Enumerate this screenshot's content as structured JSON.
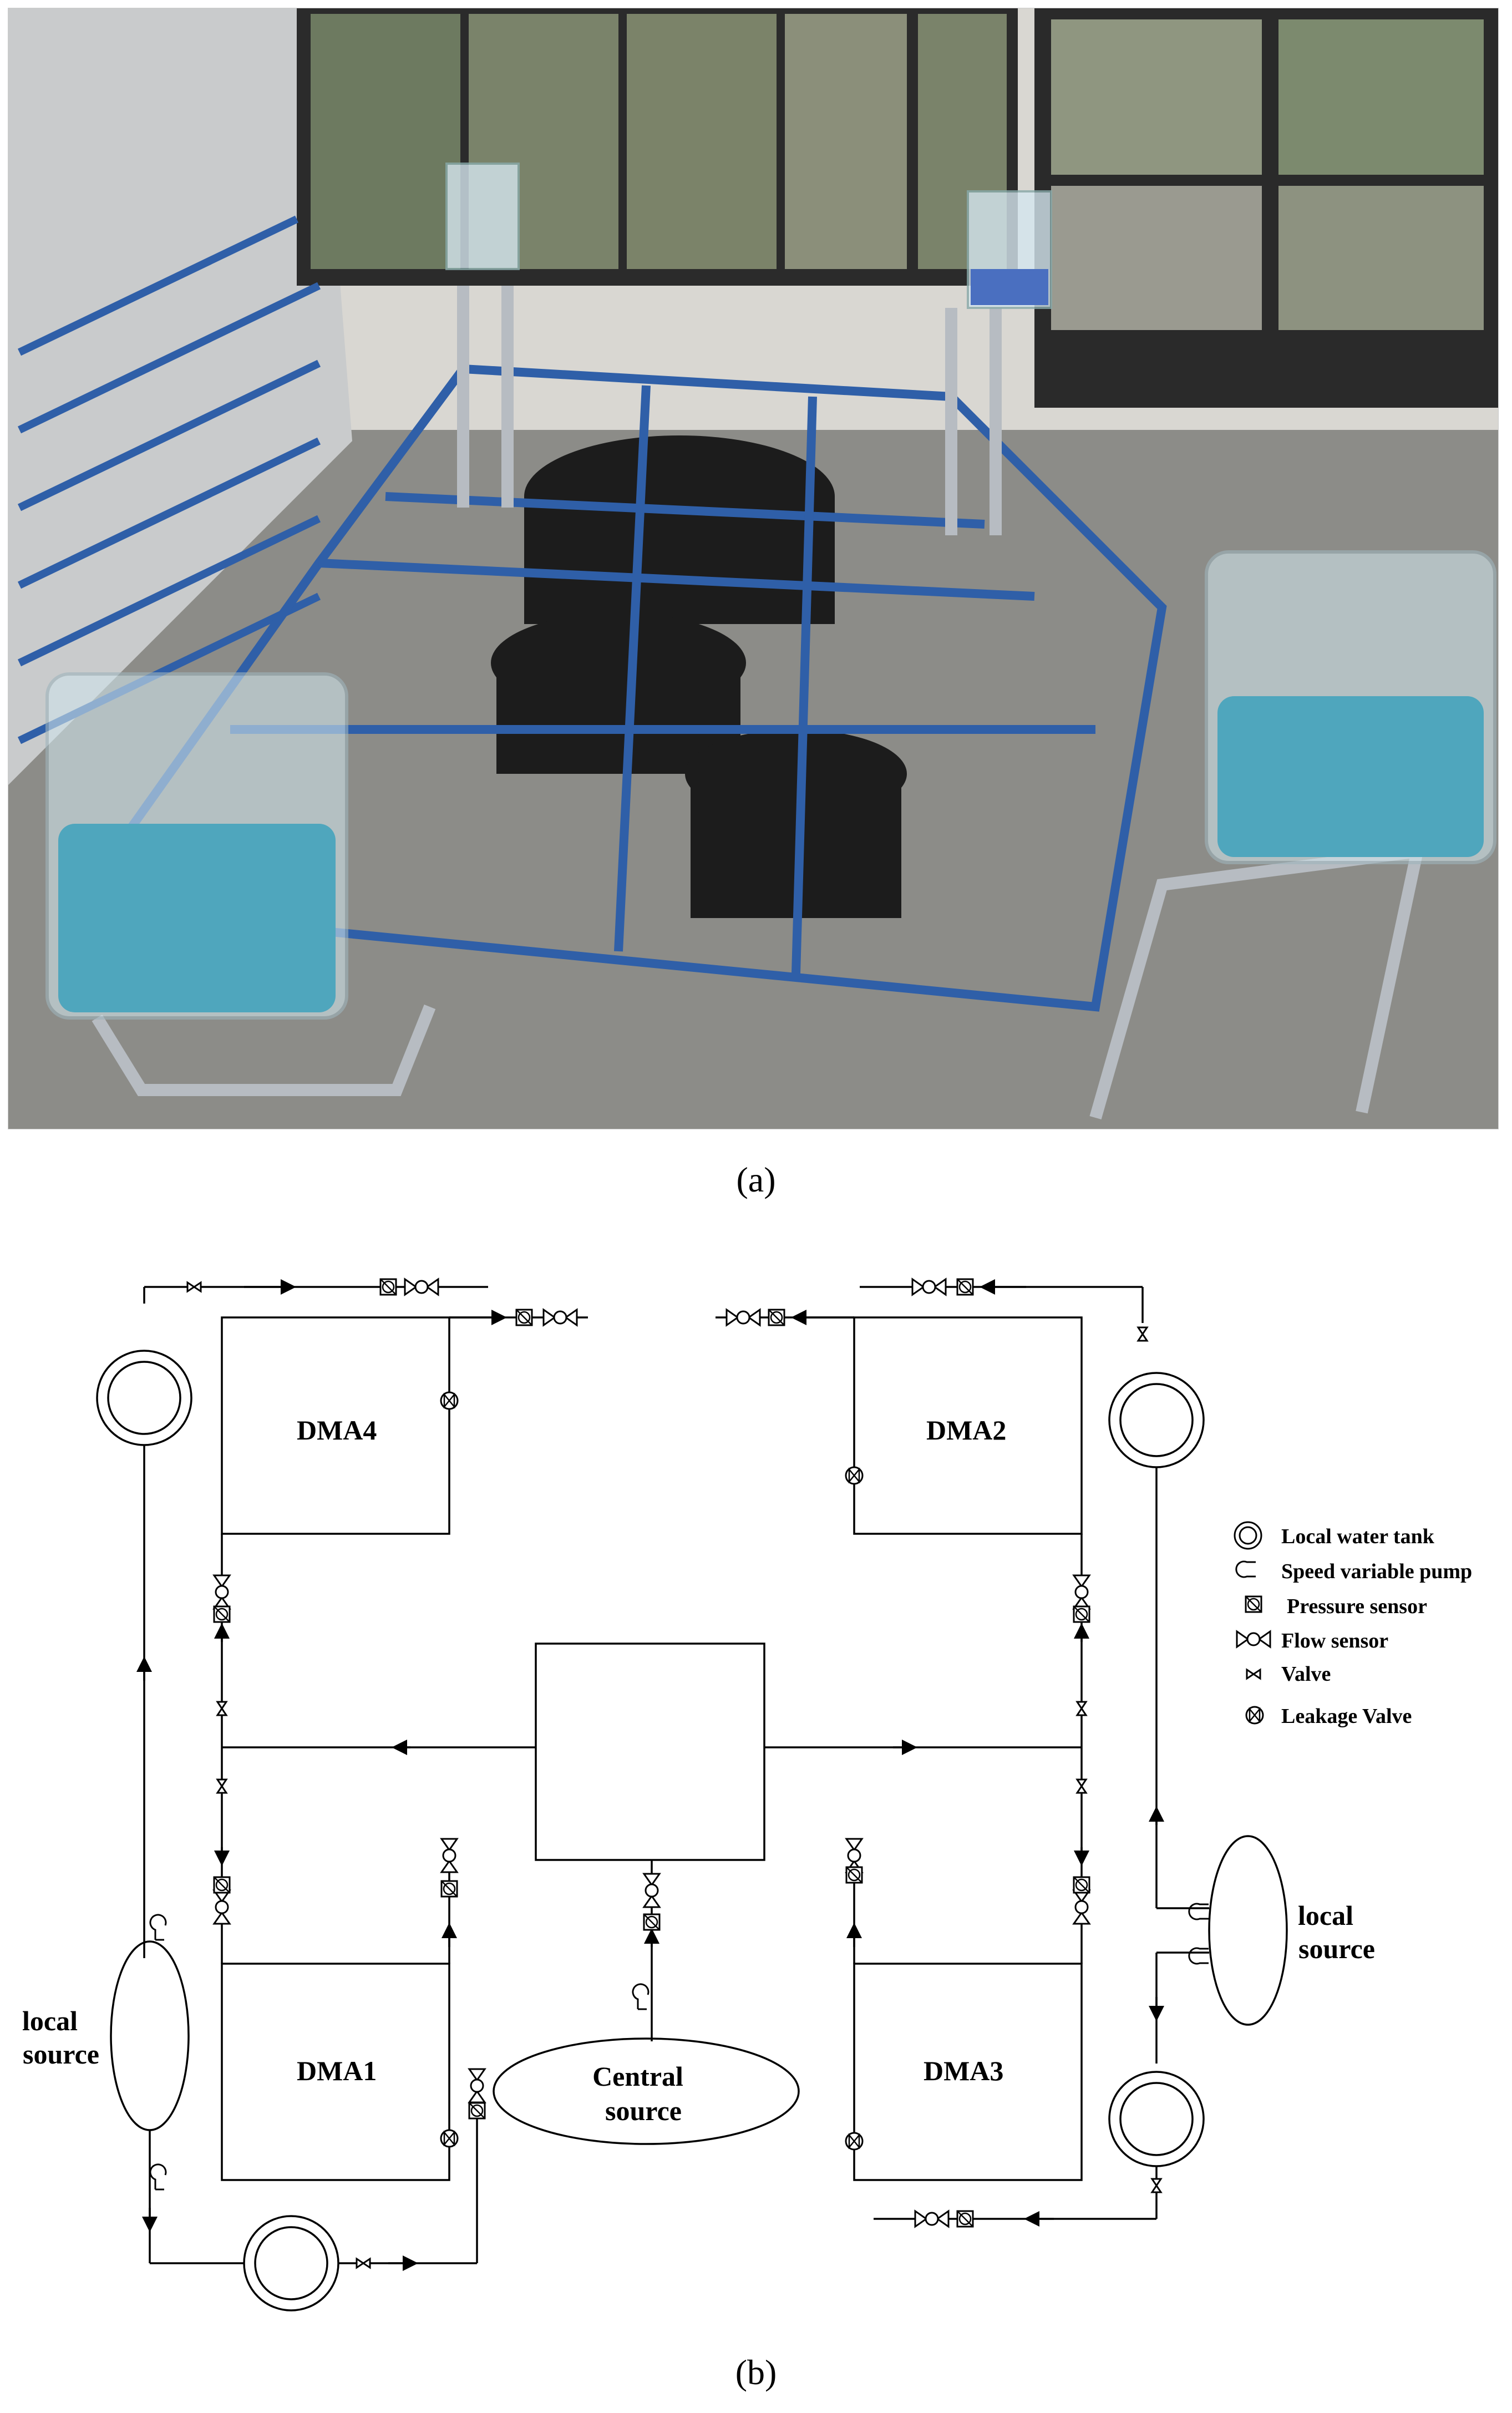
{
  "captions": {
    "a": "(a)",
    "b": "(b)"
  },
  "diagram": {
    "dma4": "DMA4",
    "dma2": "DMA2",
    "dma1": "DMA1",
    "dma3": "DMA3",
    "central_source_line1": "Central",
    "central_source_line2": "source",
    "local_source_left_line1": "local",
    "local_source_left_line2": "source",
    "local_source_right_line1": "local",
    "local_source_right_line2": "source"
  },
  "legend": [
    {
      "symbol": "local-water-tank-icon",
      "label": "Local water tank"
    },
    {
      "symbol": "speed-variable-pump-icon",
      "label": "Speed variable pump"
    },
    {
      "symbol": "pressure-sensor-icon",
      "label": "Pressure sensor"
    },
    {
      "symbol": "flow-sensor-icon",
      "label": "Flow sensor"
    },
    {
      "symbol": "valve-icon",
      "label": "Valve"
    },
    {
      "symbol": "leakage-valve-icon",
      "label": "Leakage Valve"
    }
  ],
  "colors": {
    "tank_water": "#4fa6bd",
    "pipe_blue": "#2f5fa8",
    "frame_steel": "#b7bcc2",
    "floor": "#8a8a86",
    "window_glass": "#5d6b52"
  }
}
